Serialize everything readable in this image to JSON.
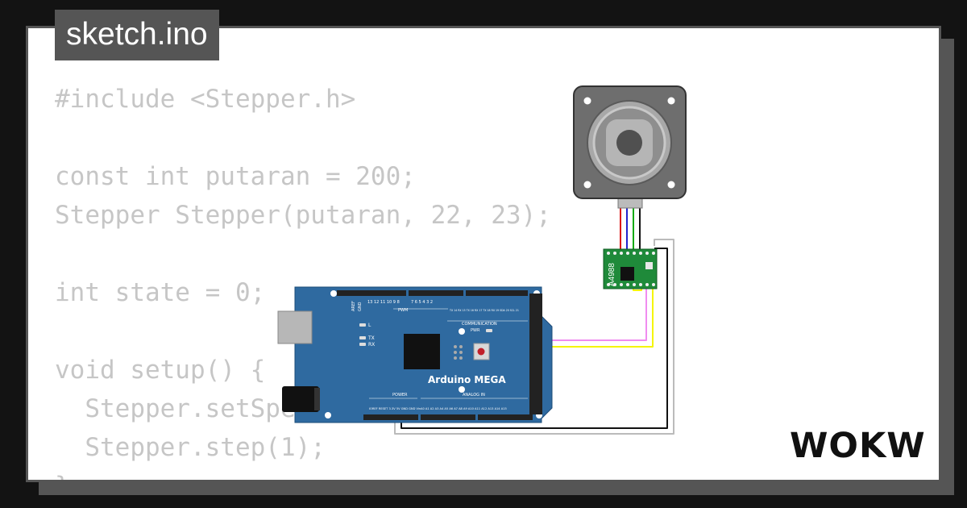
{
  "tab": {
    "filename": "sketch.ino"
  },
  "code_lines": [
    "#include <Stepper.h>",
    "",
    "const int putaran = 200;",
    "Stepper Stepper(putaran, 22, 23);",
    "",
    "int state = 0;",
    "",
    "void setup() {",
    "  Stepper.setSpeed(60);",
    "  Stepper.step(1);",
    "}"
  ],
  "board": {
    "name": "Arduino MEGA",
    "label_pwm": "PWM",
    "label_communication": "COMMUNICATION",
    "label_power": "POWER",
    "label_analog_in": "ANALOG IN",
    "label_pwr": "PWR",
    "label_l": "L",
    "label_tx": "TX",
    "label_rx": "RX",
    "label_aref": "AREF",
    "label_gnd": "GND",
    "label_digital": "13 12 11 10 9 8",
    "label_digital2": "7 6 5 4 3 2",
    "label_comm_pins": "TX 14  RX 15  TX 16  RX 17  TX 18  RX 19  SDA 20  SCL 21",
    "label_power_pins": "IOREF RESET 3.3V 5V GND GND Vin",
    "label_analog_pins": "A0 A1 A2 A3 A4 A5 A6 A7  A8 A9 A10 A11 A12 A13 A14 A15"
  },
  "driver": {
    "name": "A4988"
  },
  "logo": {
    "text": "WOKWi"
  },
  "colors": {
    "background": "#131313",
    "panel": "#ffffff",
    "panel_border": "#555555",
    "code_text": "#c6c6c6",
    "board_blue": "#2f6aa0",
    "driver_green": "#1f8a3a",
    "wire_pink": "#f08cf0",
    "wire_yellow": "#f5f500",
    "wire_black": "#111111",
    "wire_gray": "#bbbbbb"
  }
}
